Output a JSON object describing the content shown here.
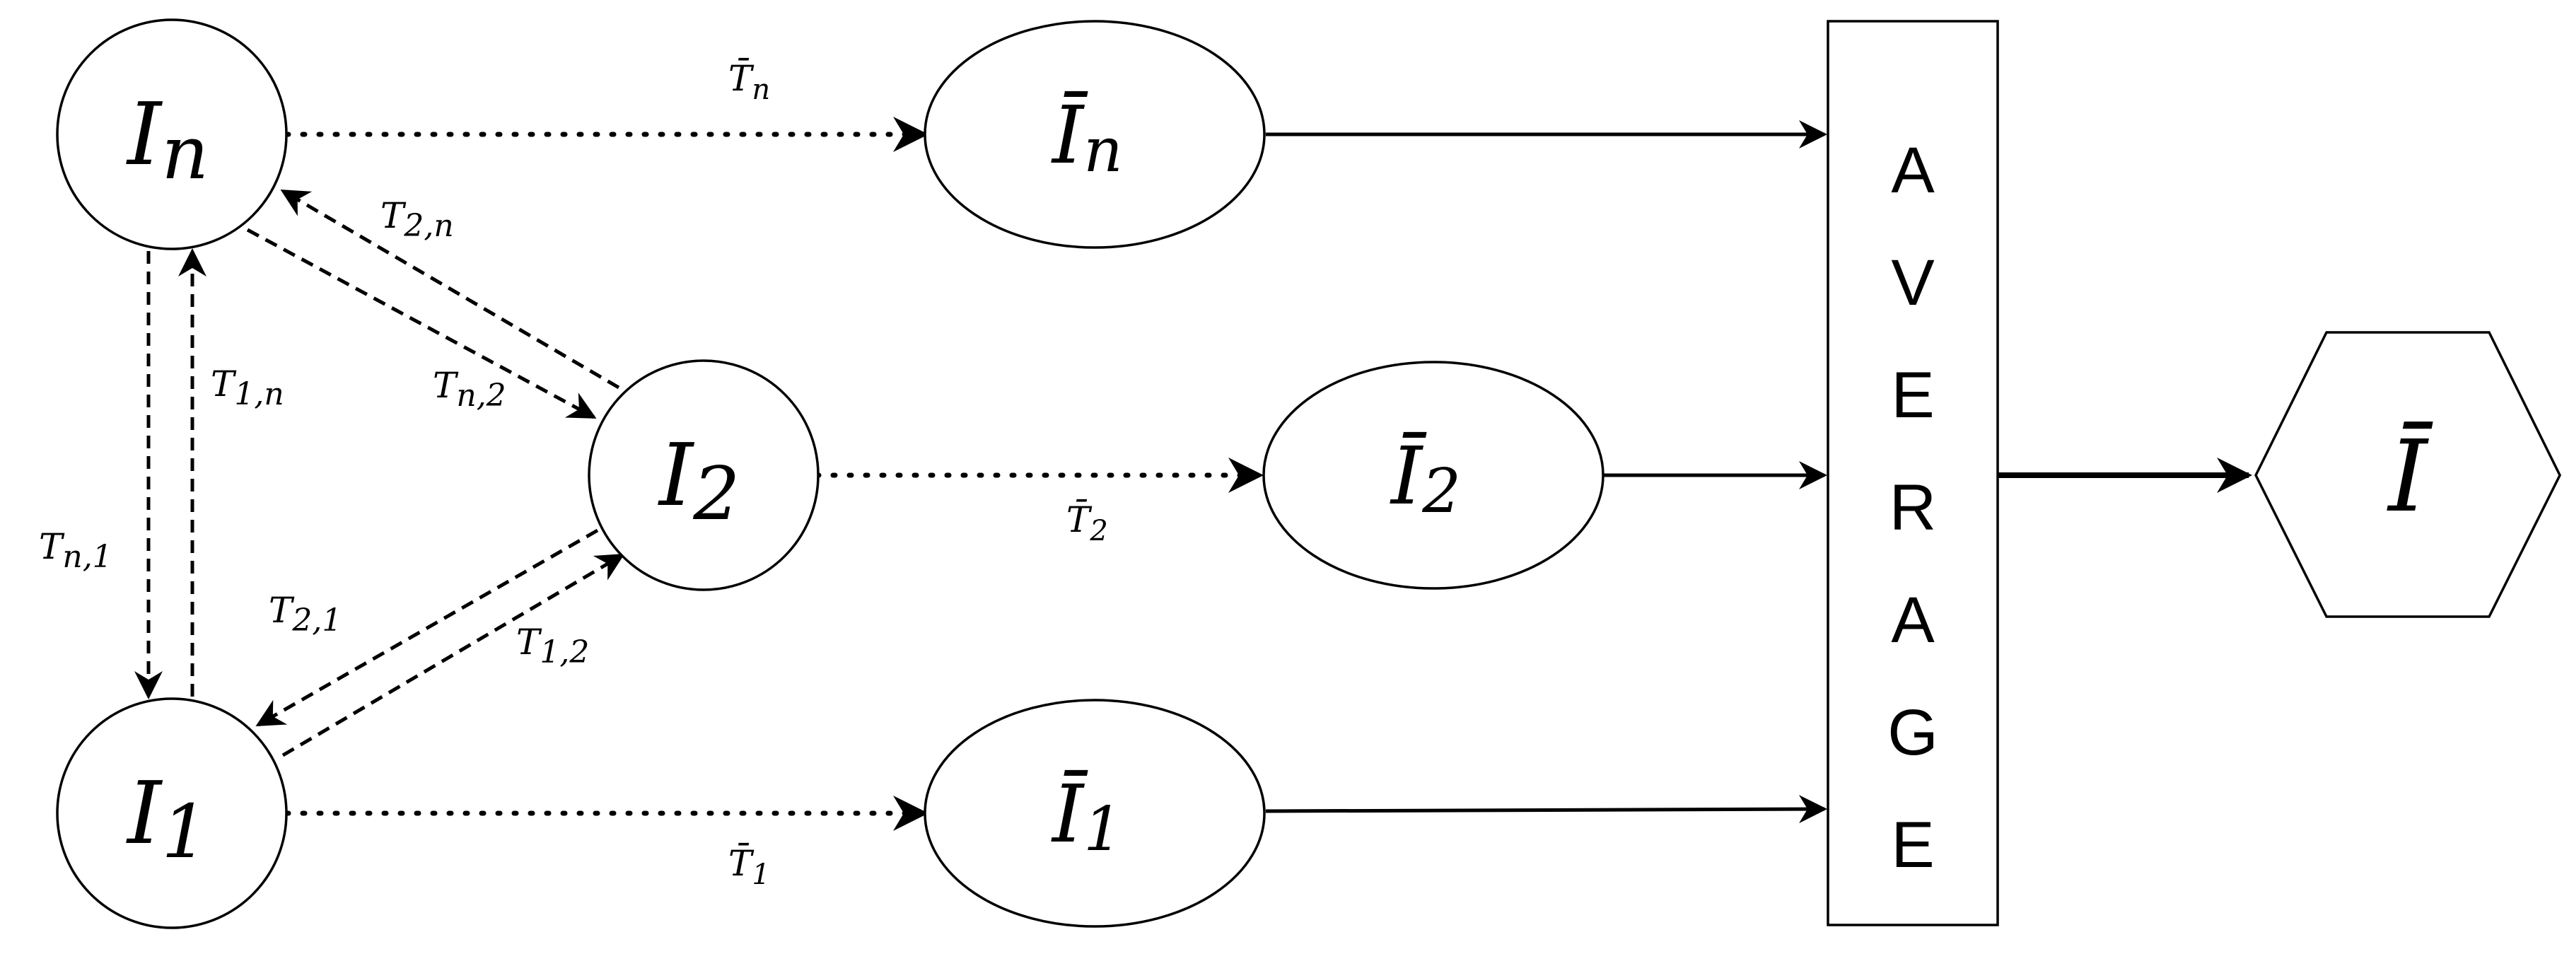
{
  "nodes": {
    "i_n": {
      "base": "I",
      "sub": "n"
    },
    "i_2": {
      "base": "I",
      "sub": "2"
    },
    "i_1": {
      "base": "I",
      "sub": "1"
    },
    "ibar_n": {
      "base": "Ī",
      "sub": "n"
    },
    "ibar_2": {
      "base": "Ī",
      "sub": "2"
    },
    "ibar_1": {
      "base": "Ī",
      "sub": "1"
    },
    "output": {
      "label": "Ī"
    }
  },
  "average_box": {
    "letters": [
      "A",
      "V",
      "E",
      "R",
      "A",
      "G",
      "E"
    ]
  },
  "edge_labels": {
    "tbar_n": {
      "base": "T̄",
      "sub": "n"
    },
    "tbar_2": {
      "base": "T̄",
      "sub": "2"
    },
    "tbar_1": {
      "base": "T̄",
      "sub": "1"
    },
    "t_2n": {
      "base": "T",
      "sub": "2,n"
    },
    "t_n2": {
      "base": "T",
      "sub": "n,2"
    },
    "t_1n": {
      "base": "T",
      "sub": "1,n"
    },
    "t_n1": {
      "base": "T",
      "sub": "n,1"
    },
    "t_21": {
      "base": "T",
      "sub": "2,1"
    },
    "t_12": {
      "base": "T",
      "sub": "1,2"
    }
  }
}
